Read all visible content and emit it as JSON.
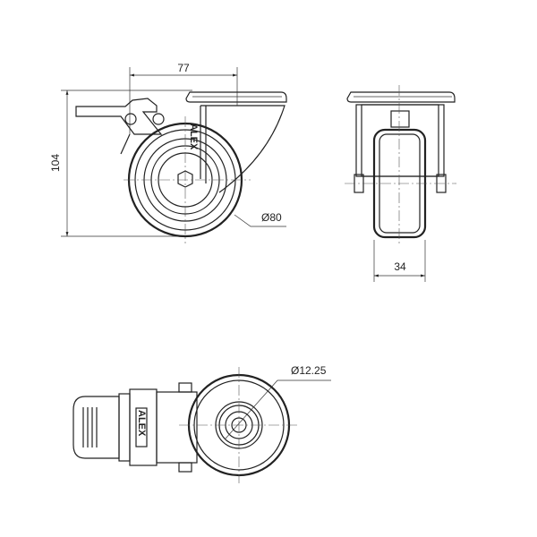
{
  "drawing": {
    "side_view": {
      "width_dim": "77",
      "height_dim": "104",
      "wheel_diameter": "Ø80",
      "logo": "ALEX"
    },
    "front_view": {
      "wheel_width_dim": "34"
    },
    "bottom_view": {
      "bore_diameter": "Ø12.25",
      "logo": "ALEX"
    }
  }
}
